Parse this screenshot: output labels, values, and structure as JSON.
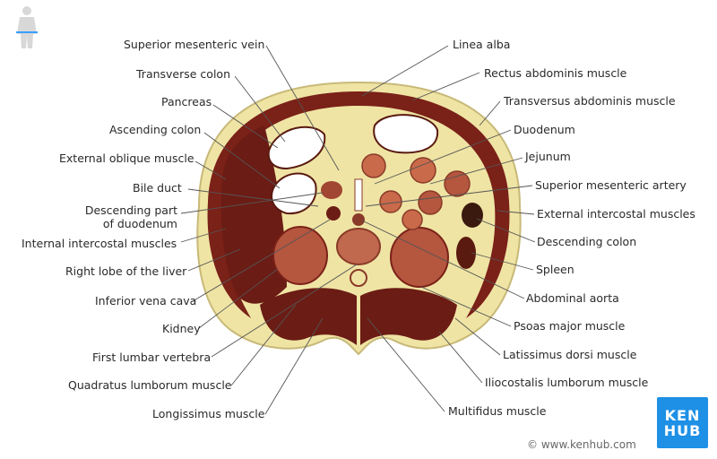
{
  "labels_left": [
    {
      "id": "superior-mesenteric-vein",
      "text": "Superior mesenteric vein"
    },
    {
      "id": "transverse-colon",
      "text": "Transverse colon"
    },
    {
      "id": "pancreas",
      "text": "Pancreas"
    },
    {
      "id": "ascending-colon",
      "text": "Ascending colon"
    },
    {
      "id": "external-oblique-muscle",
      "text": "External oblique muscle"
    },
    {
      "id": "bile-duct",
      "text": "Bile duct"
    },
    {
      "id": "descending-part-of-duodenum",
      "text": "Descending part\nof duodenum"
    },
    {
      "id": "internal-intercostal-muscles",
      "text": "Internal intercostal muscles"
    },
    {
      "id": "right-lobe-of-the-liver",
      "text": "Right lobe of the liver"
    },
    {
      "id": "inferior-vena-cava",
      "text": "Inferior vena cava"
    },
    {
      "id": "kidney",
      "text": "Kidney"
    },
    {
      "id": "first-lumbar-vertebra",
      "text": "First lumbar vertebra"
    },
    {
      "id": "quadratus-lumborum-muscle",
      "text": "Quadratus lumborum muscle"
    },
    {
      "id": "longissimus-muscle",
      "text": "Longissimus muscle"
    }
  ],
  "labels_right": [
    {
      "id": "linea-alba",
      "text": "Linea alba"
    },
    {
      "id": "rectus-abdominis-muscle",
      "text": "Rectus abdominis muscle"
    },
    {
      "id": "transversus-abdominis-muscle",
      "text": "Transversus abdominis muscle"
    },
    {
      "id": "duodenum",
      "text": "Duodenum"
    },
    {
      "id": "jejunum",
      "text": "Jejunum"
    },
    {
      "id": "superior-mesenteric-artery",
      "text": "Superior mesenteric artery"
    },
    {
      "id": "external-intercostal-muscles",
      "text": "External intercostal muscles"
    },
    {
      "id": "descending-colon",
      "text": "Descending colon"
    },
    {
      "id": "spleen",
      "text": "Spleen"
    },
    {
      "id": "abdominal-aorta",
      "text": "Abdominal aorta"
    },
    {
      "id": "psoas-major-muscle",
      "text": "Psoas major muscle"
    },
    {
      "id": "latissimus-dorsi-muscle",
      "text": "Latissimus dorsi muscle"
    },
    {
      "id": "iliocostalis-lumborum-muscle",
      "text": "Iliocostalis lumborum muscle"
    },
    {
      "id": "multifidus-muscle",
      "text": "Multifidus muscle"
    }
  ],
  "logo": {
    "line1": "KEN",
    "line2": "HUB"
  },
  "copyright": "© www.kenhub.com",
  "colors": {
    "fat": "#f0e6a6",
    "muscle": "#7a2118",
    "organ": "#b5563f",
    "leader": "#555555",
    "brand": "#1e90e6"
  }
}
